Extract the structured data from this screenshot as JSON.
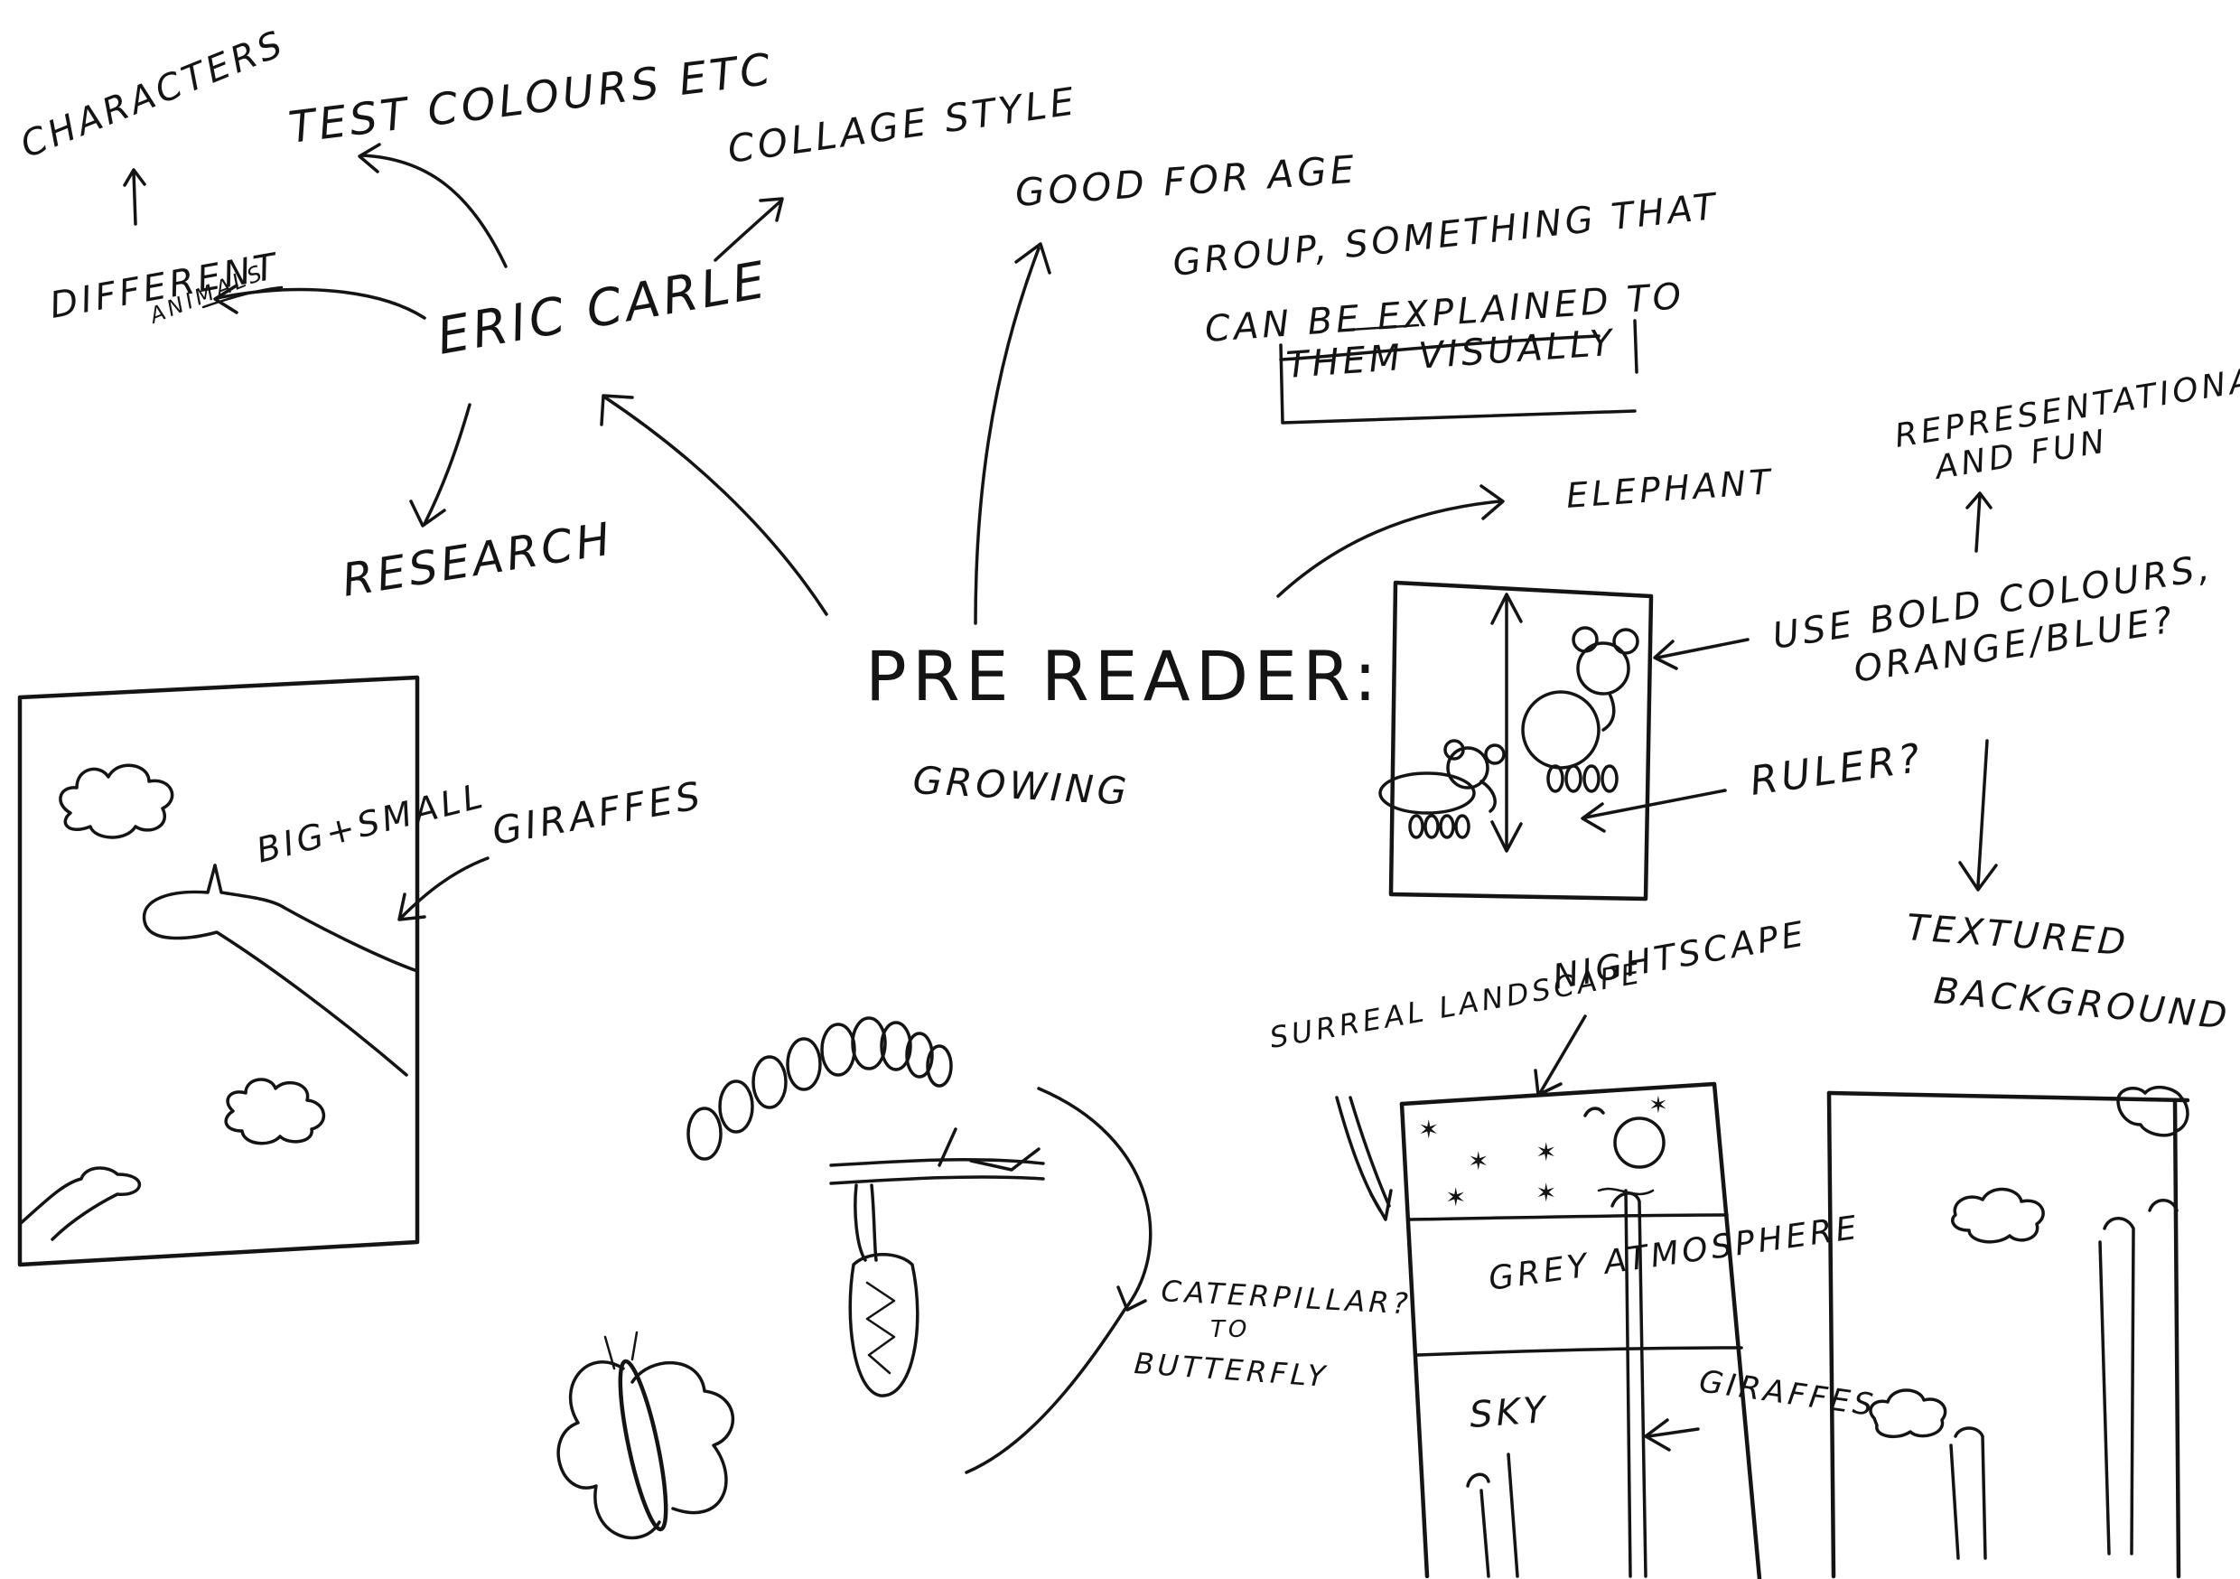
{
  "labels": {
    "characters": "CHARACTERS",
    "different": "DIFFERENT",
    "animals": "ANIMALS",
    "test_colours": "TEST COLOURS ETC",
    "collage_style": "COLLAGE STYLE",
    "eric_carle": "ERIC CARLE",
    "research": "RESEARCH",
    "good_line1": "GOOD FOR AGE",
    "good_line2": "GROUP, SOMETHING THAT",
    "good_line3": "CAN BE EXPLAINED TO",
    "good_line4": "THEM VISUALLY",
    "pre_reader": "PRE READER:",
    "growing": "GROWING",
    "elephant": "ELEPHANT",
    "representational_1": "REPRESENTATIONAL",
    "representational_2": "AND FUN",
    "bold_colours_1": "USE BOLD COLOURS,",
    "bold_colours_2": "ORANGE/BLUE?",
    "ruler": "RULER?",
    "textured_1": "TEXTURED",
    "textured_2": "BACKGROUND",
    "big_small": "BIG+SMALL",
    "giraffes_left": "GIRAFFES",
    "nightscape": "NIGHTSCAPE",
    "surreal": "SURREAL LANDSCAPE",
    "grey_atmosphere": "GREY ATMOSPHERE",
    "sky": "SKY",
    "giraffes_right": "GIRAFFES",
    "caterpillar_1": "CATERPILLAR?",
    "caterpillar_2": "TO",
    "caterpillar_3": "BUTTERFLY"
  },
  "ink_color": "#141414",
  "background_color": "#ffffff"
}
